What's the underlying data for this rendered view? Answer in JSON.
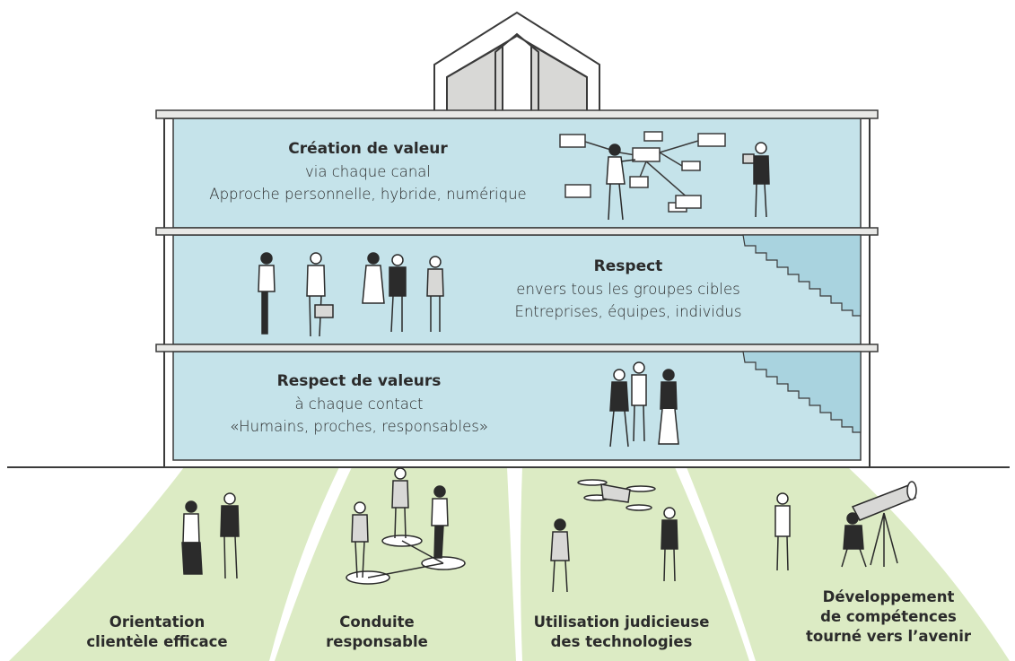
{
  "floors": [
    {
      "heading": "Création de valeur",
      "lines": [
        "via chaque canal",
        "Approche personnelle, hybride, numérique"
      ]
    },
    {
      "heading": "Respect",
      "lines": [
        "envers tous les groupes cibles",
        "Entreprises, équipes, individus"
      ]
    },
    {
      "heading": "Respect de valeurs",
      "lines": [
        "à chaque contact",
        "«Humains, proches, responsables»"
      ]
    }
  ],
  "pillars": [
    {
      "lines": [
        "Orientation",
        "clientèle efficace"
      ]
    },
    {
      "lines": [
        "Conduite",
        "responsable"
      ]
    },
    {
      "lines": [
        "Utilisation judicieuse",
        "des technologies"
      ]
    },
    {
      "lines": [
        "Développement",
        "de compétences",
        "tourné vers l’avenir"
      ]
    }
  ],
  "colors": {
    "floor_fill": "#c5e3ea",
    "pillar_fill": "#dcebc4",
    "outline": "#3a3a3a",
    "roof_gray": "#d8d8d6",
    "stair_fill": "#a9d3df"
  }
}
